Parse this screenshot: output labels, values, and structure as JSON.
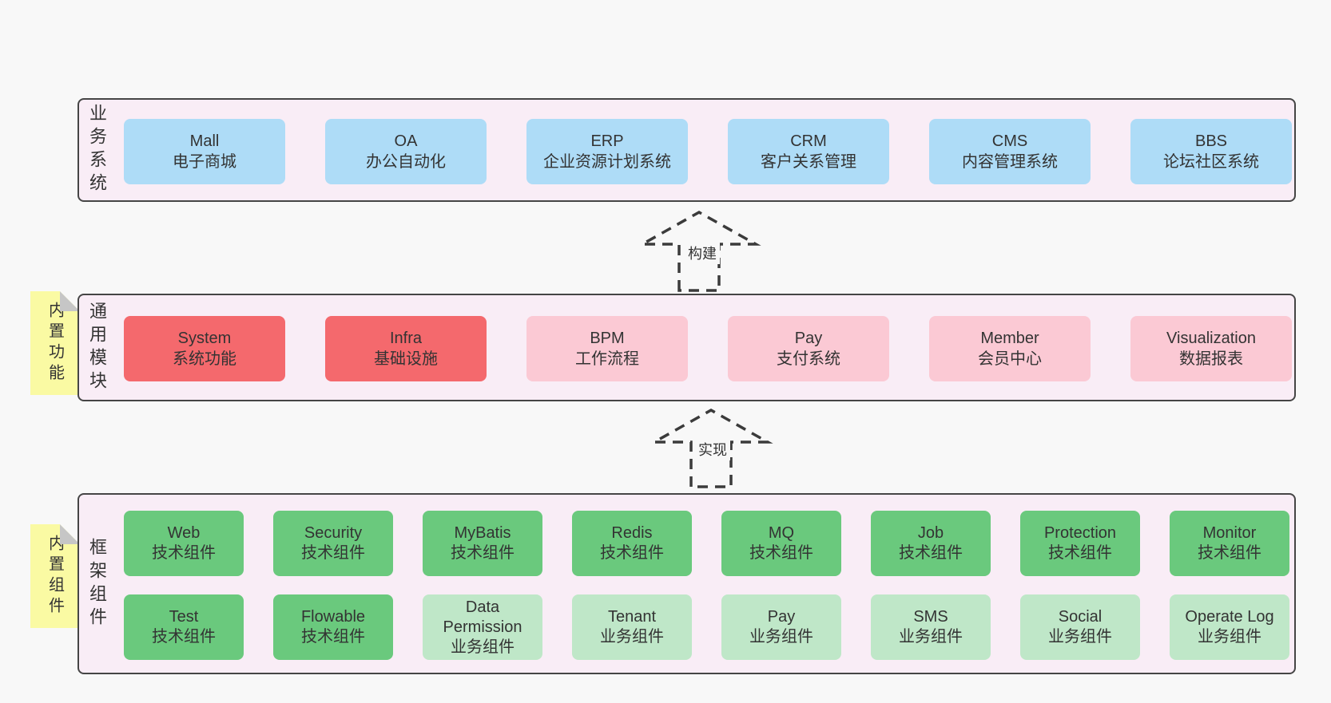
{
  "palette": {
    "page_bg": "#f8f8f8",
    "section_bg": "#f9edf6",
    "section_border": "#454545",
    "blue_box": "#aedcf7",
    "red_box": "#f4696d",
    "pink_box": "#fbc9d4",
    "green_dark_box": "#6ac97d",
    "green_light_box": "#bfe7c8",
    "sticky_yellow": "#fafaa3",
    "sticky_fold_gray": "#c6c6c6",
    "text": "#333333"
  },
  "arrows": [
    {
      "label": "构建"
    },
    {
      "label": "实现"
    }
  ],
  "sections": [
    {
      "label": "业务系统",
      "boxes": [
        {
          "name": "Mall",
          "desc": "电子商城"
        },
        {
          "name": "OA",
          "desc": "办公自动化"
        },
        {
          "name": "ERP",
          "desc": "企业资源计划系统"
        },
        {
          "name": "CRM",
          "desc": "客户关系管理"
        },
        {
          "name": "CMS",
          "desc": "内容管理系统"
        },
        {
          "name": "BBS",
          "desc": "论坛社区系统"
        }
      ]
    },
    {
      "label": "通用模块",
      "sticky": "内置功能",
      "boxes": [
        {
          "name": "System",
          "desc": "系统功能"
        },
        {
          "name": "Infra",
          "desc": "基础设施"
        },
        {
          "name": "BPM",
          "desc": "工作流程"
        },
        {
          "name": "Pay",
          "desc": "支付系统"
        },
        {
          "name": "Member",
          "desc": "会员中心"
        },
        {
          "name": "Visualization",
          "desc": "数据报表"
        }
      ]
    },
    {
      "label": "框架组件",
      "sticky": "内置组件",
      "rows": [
        [
          {
            "name": "Web",
            "desc": "技术组件"
          },
          {
            "name": "Security",
            "desc": "技术组件"
          },
          {
            "name": "MyBatis",
            "desc": "技术组件"
          },
          {
            "name": "Redis",
            "desc": "技术组件"
          },
          {
            "name": "MQ",
            "desc": "技术组件"
          },
          {
            "name": "Job",
            "desc": "技术组件"
          },
          {
            "name": "Protection",
            "desc": "技术组件"
          },
          {
            "name": "Monitor",
            "desc": "技术组件"
          }
        ],
        [
          {
            "name": "Test",
            "desc": "技术组件"
          },
          {
            "name": "Flowable",
            "desc": "技术组件"
          },
          {
            "name": "Data Permission",
            "desc": "业务组件"
          },
          {
            "name": "Tenant",
            "desc": "业务组件"
          },
          {
            "name": "Pay",
            "desc": "业务组件"
          },
          {
            "name": "SMS",
            "desc": "业务组件"
          },
          {
            "name": "Social",
            "desc": "业务组件"
          },
          {
            "name": "Operate Log",
            "desc": "业务组件"
          }
        ]
      ]
    }
  ]
}
